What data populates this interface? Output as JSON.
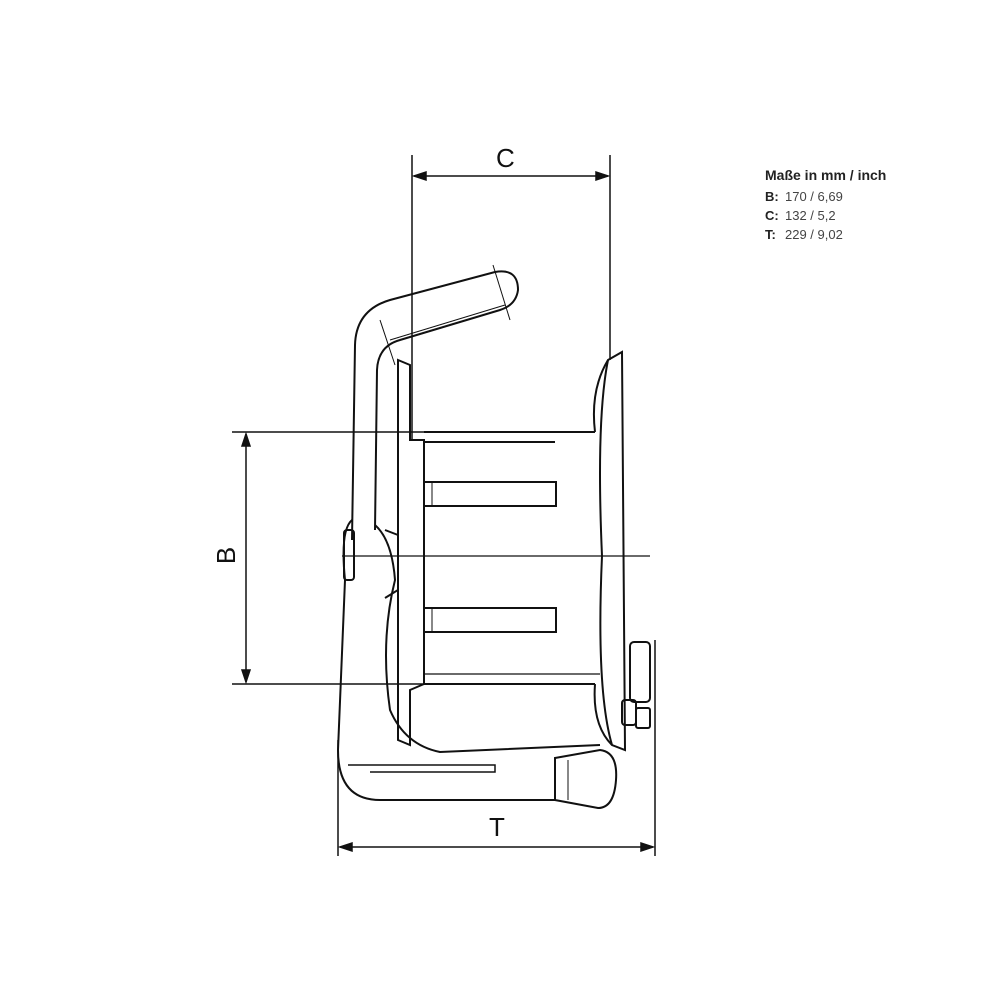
{
  "legend": {
    "title": "Maße in mm / inch",
    "rows": [
      {
        "key": "B:",
        "value": "170 / 6,69"
      },
      {
        "key": "C:",
        "value": "132 / 5,2"
      },
      {
        "key": "T:",
        "value": "229 / 9,02"
      }
    ]
  },
  "dimensions": {
    "c_label": "C",
    "b_label": "B",
    "t_label": "T"
  }
}
